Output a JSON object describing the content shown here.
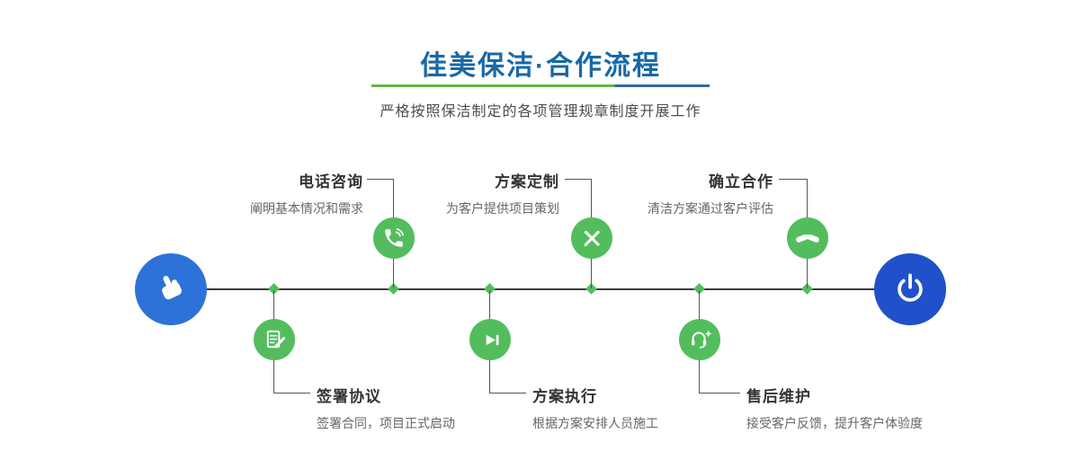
{
  "header": {
    "title": "佳美保洁·合作流程",
    "subtitle": "严格按照保洁制定的各项管理规章制度开展工作"
  },
  "colors": {
    "title_blue": "#1769a8",
    "underline_green": "#68b345",
    "underline_blue": "#2d6ba3",
    "accent_green": "#53bd5e",
    "start_circle_blue": "#2d72d9",
    "end_circle_blue": "#2150cb",
    "timeline_dark": "#3a3a3a",
    "step_title_color": "#333333",
    "step_desc_color": "#666666"
  },
  "flow": {
    "start_icon": "hand-pointer-icon",
    "end_icon": "power-icon",
    "steps_top": [
      {
        "title": "电话咨询",
        "desc": "阐明基本情况和需求",
        "icon": "phone-icon"
      },
      {
        "title": "方案定制",
        "desc": "为客户提供项目策划",
        "icon": "design-pencil-icon"
      },
      {
        "title": "确立合作",
        "desc": "清洁方案通过客户评估",
        "icon": "handshake-icon"
      }
    ],
    "steps_bottom": [
      {
        "title": "签署协议",
        "desc": "签署合同，项目正式启动",
        "icon": "contract-sign-icon"
      },
      {
        "title": "方案执行",
        "desc": "根据方案安排人员施工",
        "icon": "play-execute-icon"
      },
      {
        "title": "售后维护",
        "desc": "接受客户反馈，提升客户体验度",
        "icon": "headset-support-icon"
      }
    ]
  }
}
